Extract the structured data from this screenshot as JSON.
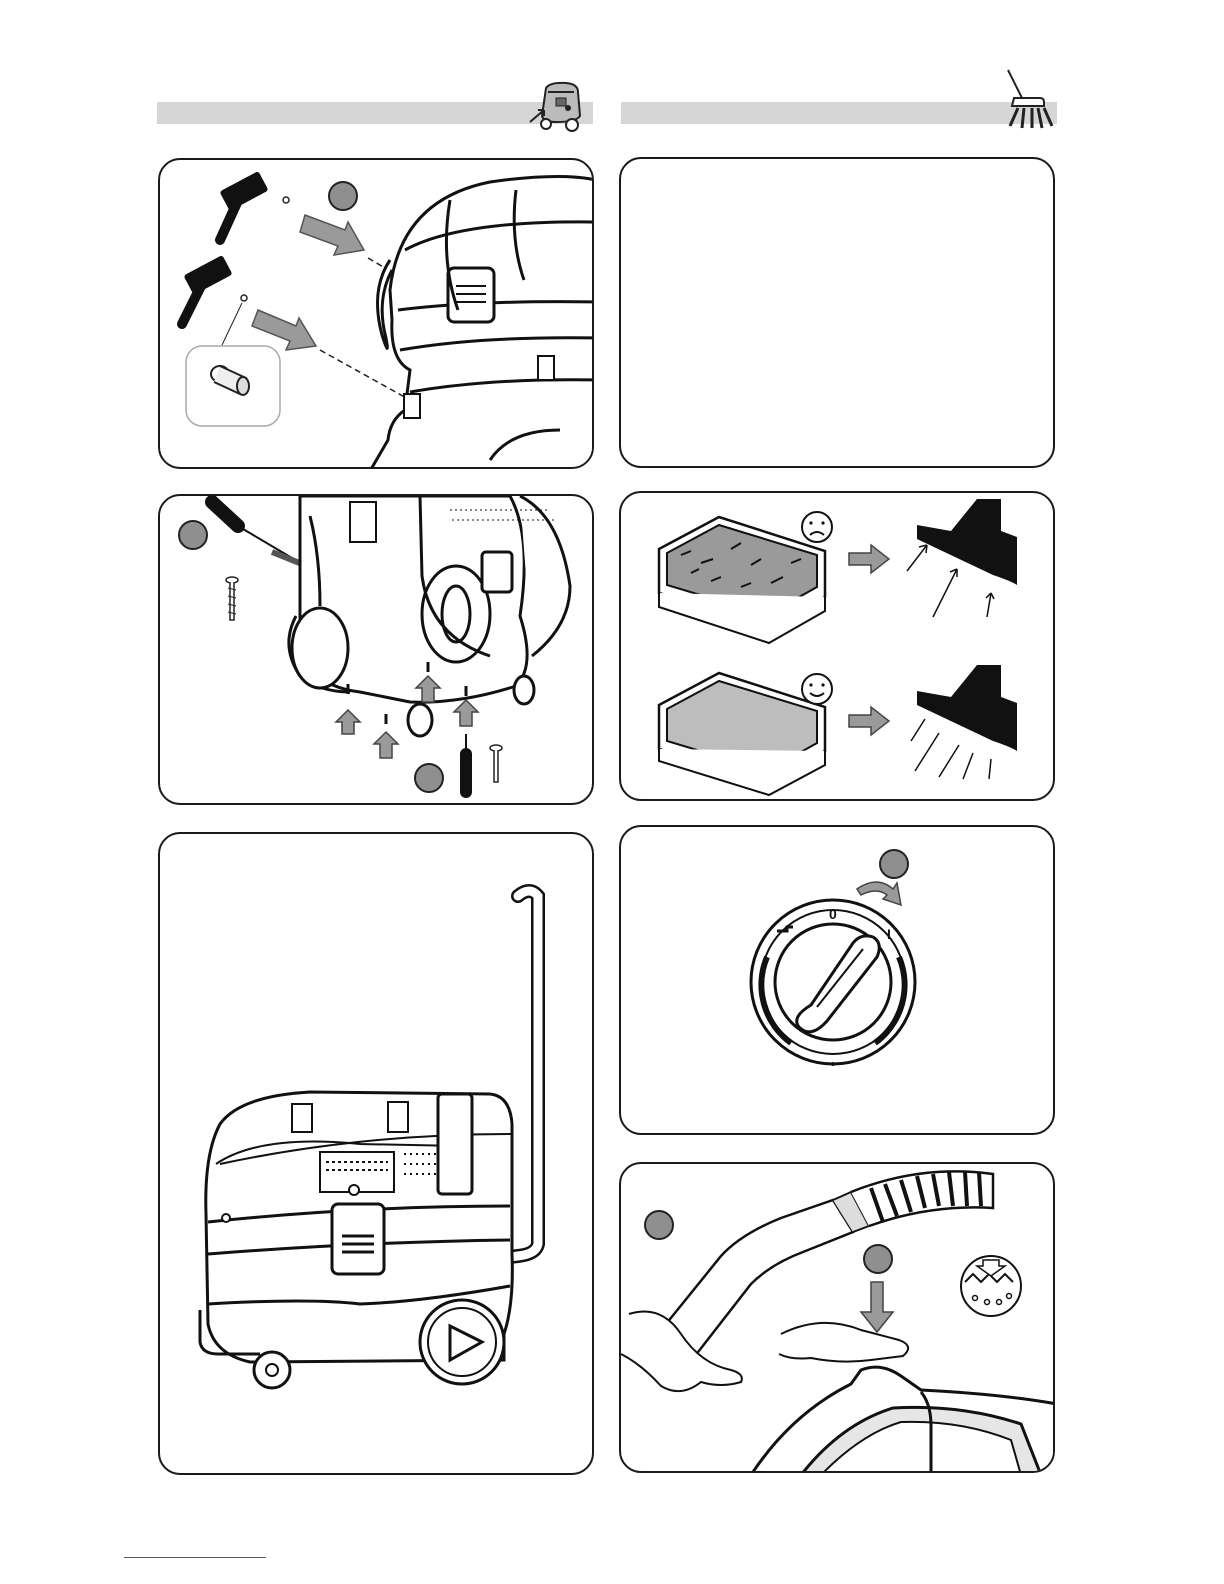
{
  "header": {
    "left_icon": "vacuum-machine-icon",
    "right_icon": "floor-nozzle-icon"
  },
  "panels": [
    {
      "id": "handle-mount",
      "icons": [
        "mallet-icon",
        "mallet-icon",
        "sleeve-insert-icon",
        "arrow-icon"
      ]
    },
    {
      "id": "empty-text-panel"
    },
    {
      "id": "base-assembly",
      "icons": [
        "screwdriver-icon",
        "screw-icon",
        "arrow-up-icon"
      ]
    },
    {
      "id": "filter-comparison",
      "icons": [
        "sad-face-icon",
        "smile-face-icon",
        "filter-icon",
        "nozzle-icon"
      ]
    },
    {
      "id": "side-view",
      "icons": [
        "vacuum-side-icon",
        "push-handle-icon"
      ]
    },
    {
      "id": "switch",
      "dial_labels": {
        "off": "0",
        "on": "I"
      },
      "icons": [
        "rotary-switch-icon",
        "rotate-arrow-icon"
      ]
    },
    {
      "id": "suction-test",
      "icons": [
        "hose-icon",
        "hand-icon",
        "down-arrow-icon",
        "filter-clean-icon"
      ]
    }
  ],
  "colors": {
    "step_marker": "#8f8f8f",
    "arrow_fill": "#9a9a9a",
    "outline": "#1a1a1a",
    "header_bar": "#d6d6d6"
  }
}
